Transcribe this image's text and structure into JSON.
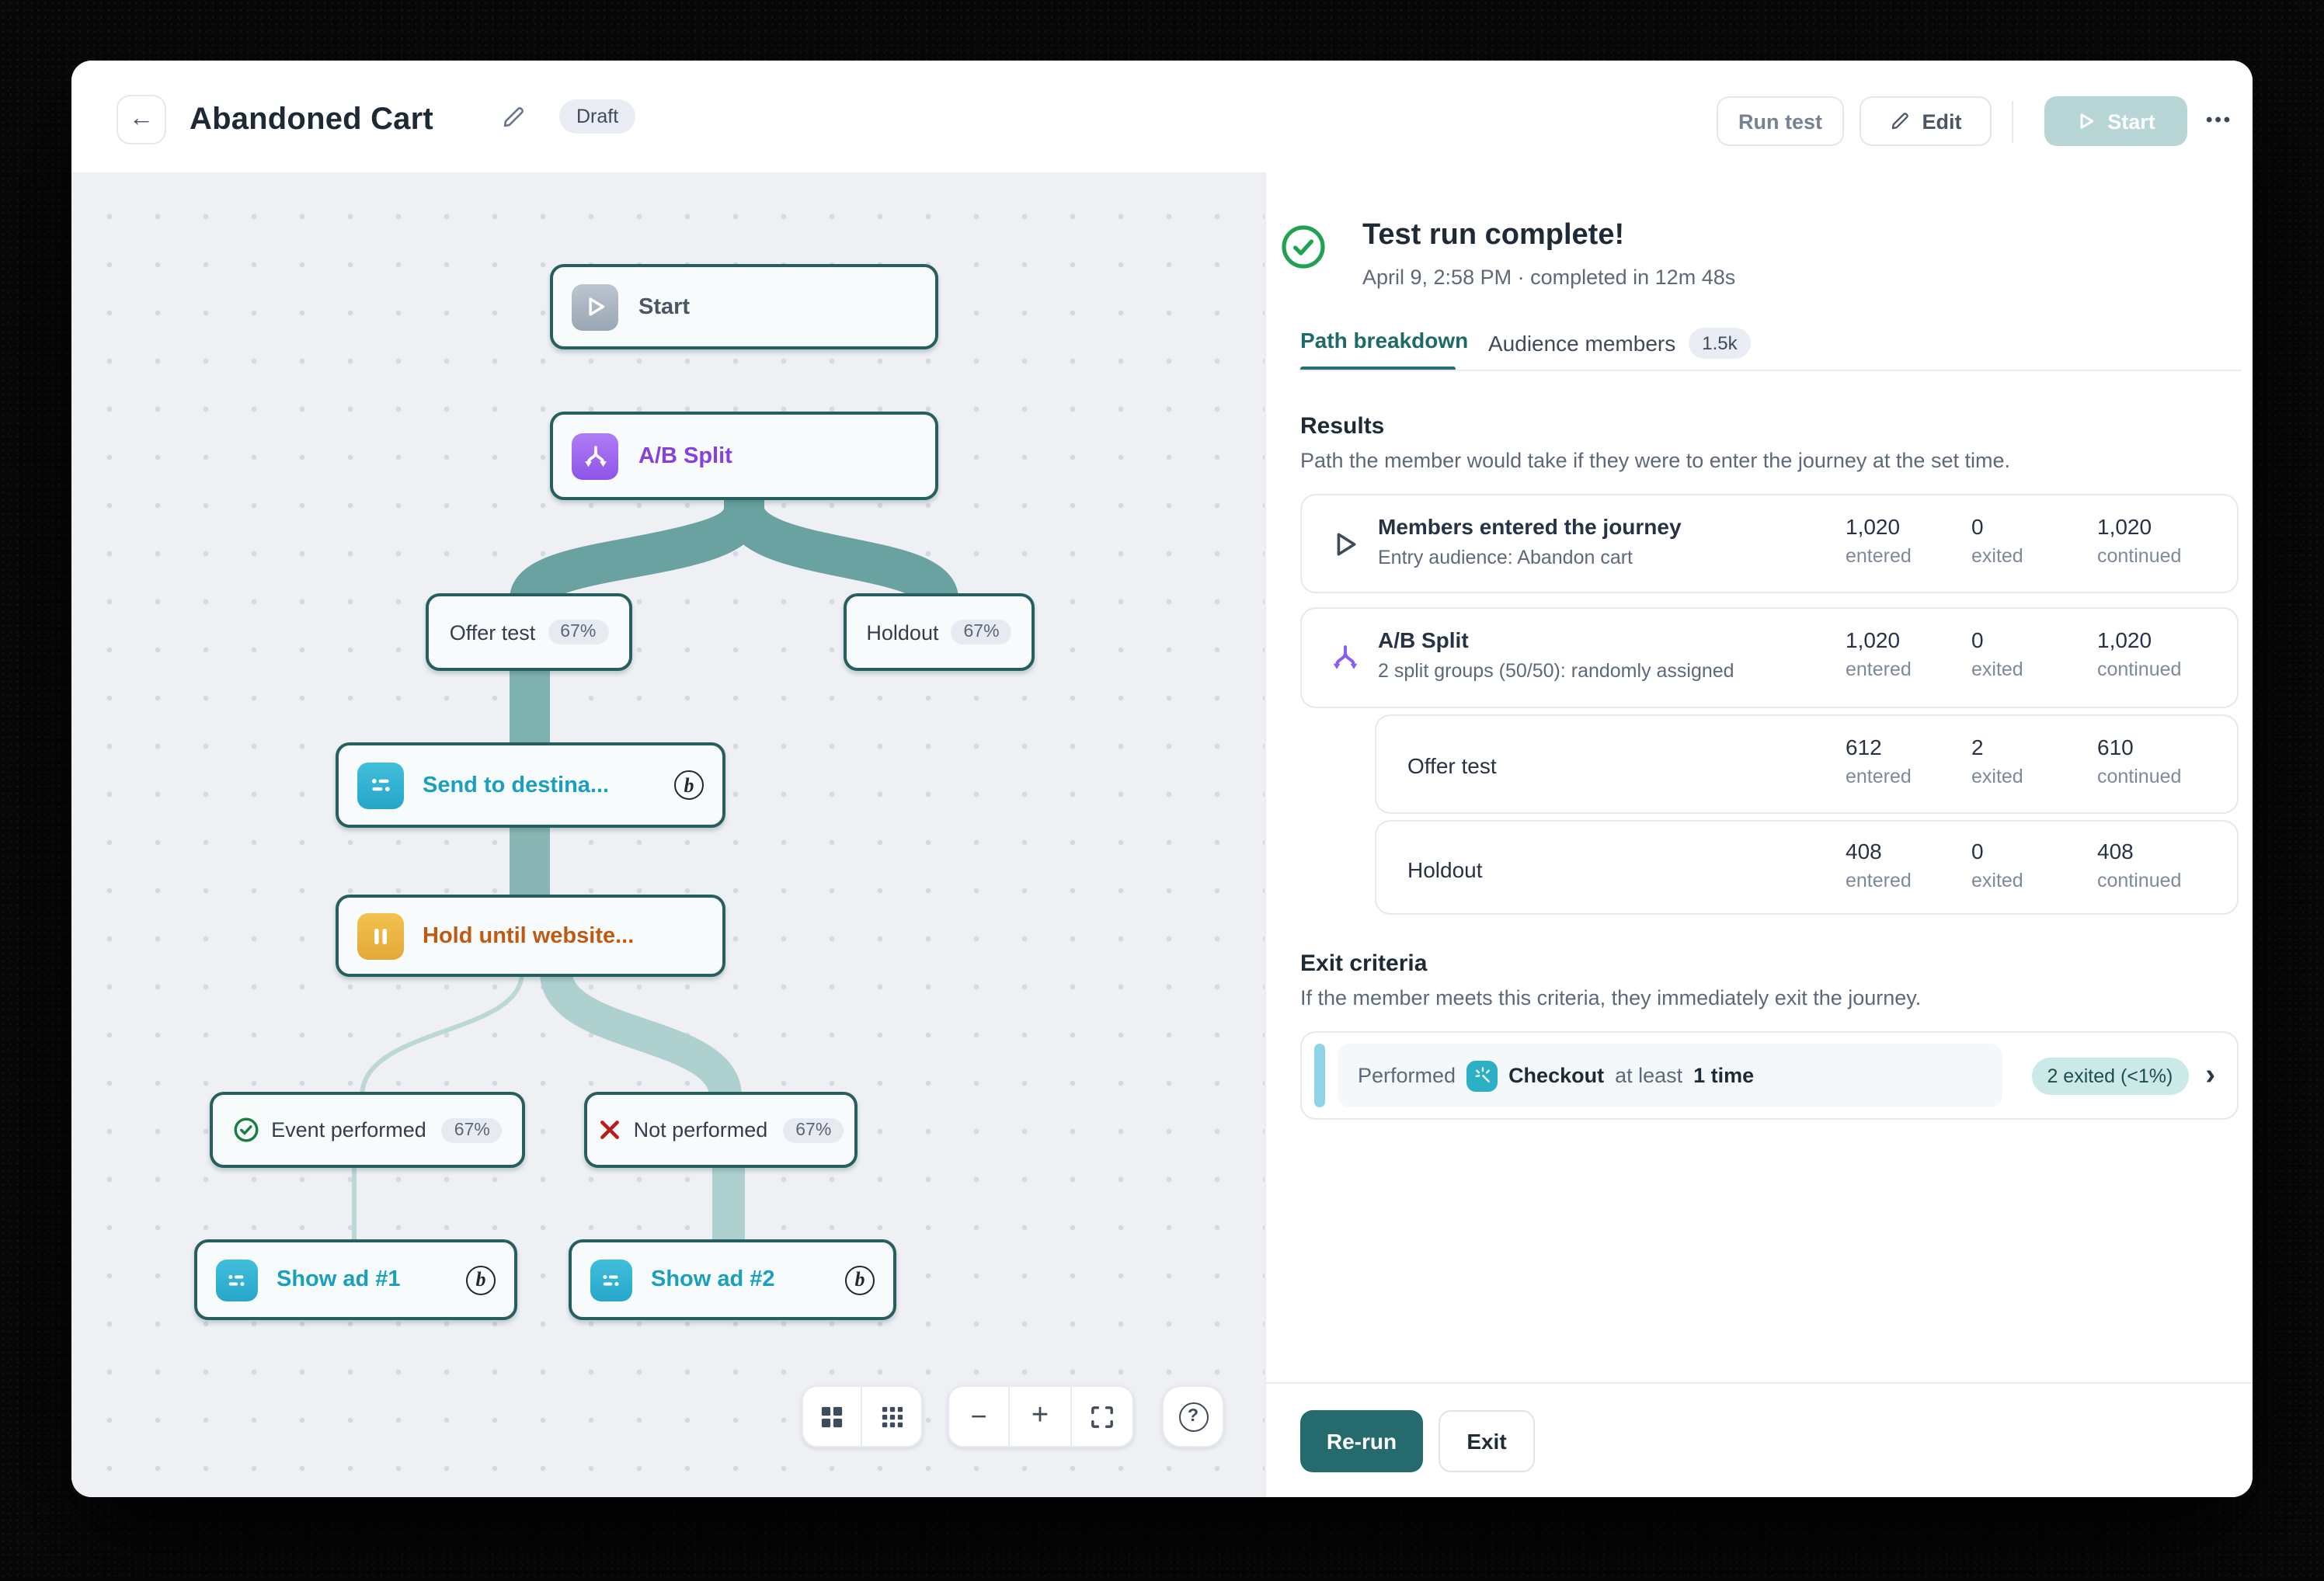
{
  "header": {
    "title": "Abandoned Cart",
    "status_badge": "Draft",
    "run_test_label": "Run test",
    "edit_label": "Edit",
    "start_label": "Start"
  },
  "icons": {
    "back": "←",
    "ellipsis": "•••",
    "minus": "−",
    "plus": "+",
    "help_q": "?",
    "chevron_right": "›",
    "braze_b": "b"
  },
  "canvas": {
    "nodes": {
      "start": {
        "label": "Start"
      },
      "ab_split": {
        "label": "A/B Split"
      },
      "offer_test": {
        "label": "Offer test",
        "percent": "67%"
      },
      "holdout": {
        "label": "Holdout",
        "percent": "67%"
      },
      "send_destination": {
        "label": "Send to destina..."
      },
      "hold_until": {
        "label": "Hold until website..."
      },
      "event_performed": {
        "label": "Event performed",
        "percent": "67%"
      },
      "not_performed": {
        "label": "Not performed",
        "percent": "67%"
      },
      "show_ad_1": {
        "label": "Show ad #1"
      },
      "show_ad_2": {
        "label": "Show ad #2"
      }
    }
  },
  "panel": {
    "title": "Test run complete!",
    "subtitle": "April 9, 2:58 PM · completed in 12m 48s",
    "tabs": {
      "path_breakdown": "Path breakdown",
      "audience_members": "Audience members",
      "audience_badge": "1.5k"
    },
    "results": {
      "heading": "Results",
      "description": "Path the member would take if they were to enter the journey at the set time.",
      "labels": {
        "entered": "entered",
        "exited": "exited",
        "continued": "continued"
      },
      "rows": [
        {
          "title": "Members entered the journey",
          "subtitle": "Entry audience: Abandon cart",
          "entered": "1,020",
          "exited": "0",
          "continued": "1,020"
        },
        {
          "title": "A/B Split",
          "subtitle": "2 split groups (50/50): randomly assigned",
          "entered": "1,020",
          "exited": "0",
          "continued": "1,020"
        },
        {
          "title": "Offer test",
          "entered": "612",
          "exited": "2",
          "continued": "610"
        },
        {
          "title": "Holdout",
          "entered": "408",
          "exited": "0",
          "continued": "408"
        }
      ]
    },
    "exit_criteria": {
      "heading": "Exit criteria",
      "description": "If the member meets this criteria, they immediately exit the journey.",
      "performed": "Performed",
      "event_name": "Checkout",
      "at_least": "at least",
      "times": "1 time",
      "badge": "2 exited (<1%)"
    },
    "footer": {
      "rerun": "Re-run",
      "exit": "Exit"
    }
  },
  "colors": {
    "trunk_dark_teal": "#2c6665",
    "branch_teal": "#6aa2a1",
    "branch_light": "#7fb1af",
    "thin_line": "#bcd8d6",
    "wide_pale": "#aed0cf",
    "node_border": "#275f5f",
    "accent_teal_button": "#256b6d",
    "purple": "#8640e0",
    "cyan": "#1b9fbe",
    "amber_text": "#bf5a12",
    "green": "#22a152",
    "red": "#b91c1c"
  }
}
